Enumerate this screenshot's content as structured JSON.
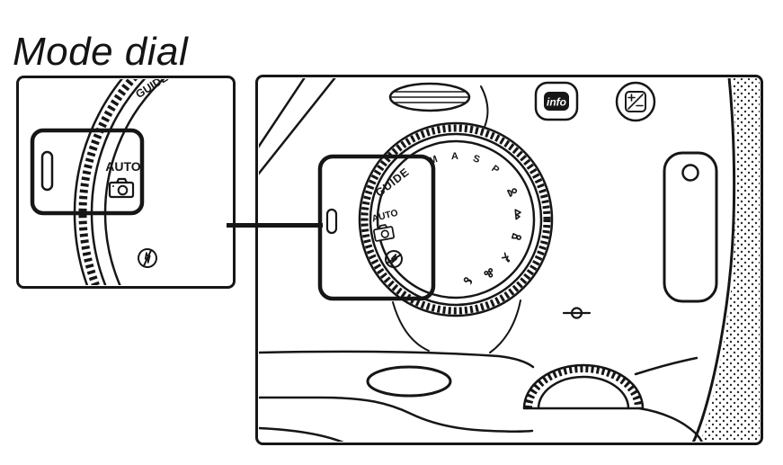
{
  "page": {
    "title": "Mode dial",
    "background_color": "#ffffff",
    "line_color": "#161616"
  },
  "inset": {
    "guide_label": "GUIDE",
    "auto_label": "AUTO",
    "icons": [
      "dial-position-marker",
      "auto-camera-icon",
      "flash-off-icon"
    ]
  },
  "camera_top_view": {
    "mode_dial": {
      "guide_label": "GUIDE",
      "auto_label": "AUTO",
      "mode_letters": [
        "M",
        "A",
        "S",
        "P"
      ],
      "scene_icons": [
        "portrait-icon",
        "landscape-icon",
        "child-icon",
        "sports-icon",
        "macro-icon",
        "night-portrait-icon"
      ],
      "flash_off_icon": "flash-off-icon"
    },
    "buttons": {
      "info_label": "info",
      "exposure_comp_icon": "plus-minus-icon"
    },
    "marks": {
      "focal_plane_icon": "focal-plane-mark"
    }
  }
}
